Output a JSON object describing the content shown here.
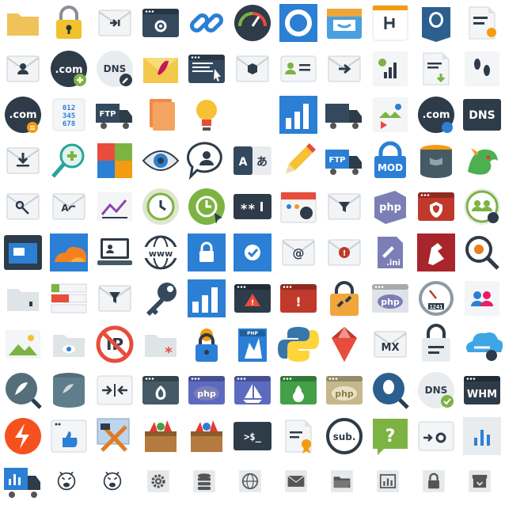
{
  "icon_set": {
    "colors": {
      "blue": "#2b7fd4",
      "dark": "#2e3b48",
      "red": "#c0392b",
      "green": "#7cb342",
      "orange": "#f39c12",
      "gray": "#e6e9ec",
      "php_purple": "#7b7fb5"
    },
    "rows": [
      [
        {
          "name": "folder-icon"
        },
        {
          "name": "padlock-icon"
        },
        {
          "name": "email-forward-icon"
        },
        {
          "name": "browser-settings-icon"
        },
        {
          "name": "chain-link-icon"
        },
        {
          "name": "speedometer-icon"
        },
        {
          "name": "lifebuoy-icon"
        },
        {
          "name": "inbox-tray-icon"
        },
        {
          "name": "file-tree-icon"
        },
        {
          "name": "postgresql-db-icon"
        },
        {
          "name": "certificate-doc-icon"
        }
      ],
      [
        {
          "name": "email-user-icon"
        },
        {
          "name": "dotcom-add-icon",
          "label": ".com"
        },
        {
          "name": "dns-edit-icon",
          "label": "DNS"
        },
        {
          "name": "email-feather-icon"
        },
        {
          "name": "web-page-editor-icon"
        },
        {
          "name": "email-package-icon"
        },
        {
          "name": "contact-card-icon"
        },
        {
          "name": "email-arrow-right-icon"
        },
        {
          "name": "signal-bars-icon"
        },
        {
          "name": "download-doc-icon"
        },
        {
          "name": "footprints-icon"
        }
      ],
      [
        {
          "name": "dotcom-list-icon",
          "label": ".com"
        },
        {
          "name": "number-grid-icon",
          "label": "012 345 678"
        },
        {
          "name": "ftp-truck-icon",
          "label": "FTP"
        },
        {
          "name": "file-copies-icon"
        },
        {
          "name": "lightbulb-icon"
        },
        {
          "name": "empty-slot"
        },
        {
          "name": "bar-chart-icon"
        },
        {
          "name": "delivery-truck-icon"
        },
        {
          "name": "media-file-icon"
        },
        {
          "name": "dotcom-swap-icon",
          "label": ".com"
        },
        {
          "name": "dns-box-icon",
          "label": "DNS"
        }
      ],
      [
        {
          "name": "email-download-icon"
        },
        {
          "name": "zoom-in-icon"
        },
        {
          "name": "puzzle-icon"
        },
        {
          "name": "eye-icon"
        },
        {
          "name": "chat-user-icon"
        },
        {
          "name": "translate-icon",
          "label": "A あ"
        },
        {
          "name": "pencil-icon"
        },
        {
          "name": "ftp-truck-blue-icon",
          "label": "FTP"
        },
        {
          "name": "mod-lock-icon",
          "label": "MOD"
        },
        {
          "name": "mysql-db-icon"
        },
        {
          "name": "dragon-icon"
        }
      ],
      [
        {
          "name": "email-key-icon"
        },
        {
          "name": "email-reply-icon",
          "label": "A"
        },
        {
          "name": "chart-line-icon"
        },
        {
          "name": "history-clock-icon"
        },
        {
          "name": "cursor-clock-icon"
        },
        {
          "name": "password-field-icon",
          "label": "**"
        },
        {
          "name": "calendar-icon"
        },
        {
          "name": "email-filter-icon"
        },
        {
          "name": "php-box-icon",
          "label": "php"
        },
        {
          "name": "browser-security-icon"
        },
        {
          "name": "user-group-settings-icon"
        }
      ],
      [
        {
          "name": "window-layout-icon"
        },
        {
          "name": "cloudflare-icon"
        },
        {
          "name": "laptop-user-icon"
        },
        {
          "name": "www-globe-icon",
          "label": "www"
        },
        {
          "name": "blue-lock-tile-icon"
        },
        {
          "name": "blue-check-tile-icon"
        },
        {
          "name": "email-at-icon",
          "label": "@"
        },
        {
          "name": "email-alert-icon",
          "label": "!"
        },
        {
          "name": "ini-file-icon",
          "label": ".ini"
        },
        {
          "name": "ruby-gem-tile-icon"
        },
        {
          "name": "bug-search-icon"
        }
      ],
      [
        {
          "name": "gray-folder-icon"
        },
        {
          "name": "server-rack-icon"
        },
        {
          "name": "email-funnel-icon"
        },
        {
          "name": "key-icon"
        },
        {
          "name": "bar-growth-icon"
        },
        {
          "name": "browser-warning-icon",
          "label": "!"
        },
        {
          "name": "browser-error-icon",
          "label": "!"
        },
        {
          "name": "locked-link-icon"
        },
        {
          "name": "php-window-icon",
          "label": "php"
        },
        {
          "name": "gauge-dial-icon",
          "label": "1241"
        },
        {
          "name": "user-pair-icon"
        }
      ],
      [
        {
          "name": "image-landscape-icon"
        },
        {
          "name": "folder-eye-icon"
        },
        {
          "name": "no-ip-icon",
          "label": "IP"
        },
        {
          "name": "folder-asterisk-icon",
          "label": "*"
        },
        {
          "name": "ssl-lock-sun-icon"
        },
        {
          "name": "php-doc-icon",
          "label": "PHP"
        },
        {
          "name": "python-icon"
        },
        {
          "name": "ruby-icon"
        },
        {
          "name": "email-mx-icon",
          "label": "MX"
        },
        {
          "name": "lock-doc-icon"
        },
        {
          "name": "cloud-settings-icon"
        }
      ],
      [
        {
          "name": "mysql-search-icon"
        },
        {
          "name": "mysql-cylinder-icon"
        },
        {
          "name": "collapse-arrows-icon"
        },
        {
          "name": "onion-window-icon"
        },
        {
          "name": "php-blue-window-icon",
          "label": "php"
        },
        {
          "name": "sailboat-window-icon"
        },
        {
          "name": "pear-window-icon"
        },
        {
          "name": "php-khaki-window-icon",
          "label": "php"
        },
        {
          "name": "postgres-search-icon"
        },
        {
          "name": "dns-ok-icon",
          "label": "DNS"
        },
        {
          "name": "whm-icon",
          "label": "WHM"
        }
      ],
      [
        {
          "name": "lightning-icon"
        },
        {
          "name": "thumbs-up-window-icon"
        },
        {
          "name": "tools-editor-icon"
        },
        {
          "name": "toolbox-icon"
        },
        {
          "name": "toolbox-alt-icon"
        },
        {
          "name": "terminal-icon",
          "label": ">$_"
        },
        {
          "name": "award-doc-icon"
        },
        {
          "name": "subdomain-icon",
          "label": "sub."
        },
        {
          "name": "help-bubble-icon",
          "label": "?"
        },
        {
          "name": "redirect-settings-icon"
        },
        {
          "name": "chart-tile-icon"
        }
      ],
      [
        {
          "name": "stats-truck-icon"
        },
        {
          "name": "crying-face-icon"
        },
        {
          "name": "crying-face-alt-icon"
        },
        {
          "name": "gear-icon"
        },
        {
          "name": "database-icon"
        },
        {
          "name": "globe-icon"
        },
        {
          "name": "envelope-icon"
        },
        {
          "name": "open-folder-icon"
        },
        {
          "name": "stats-box-icon"
        },
        {
          "name": "lock-icon"
        },
        {
          "name": "archive-box-icon"
        }
      ]
    ]
  }
}
